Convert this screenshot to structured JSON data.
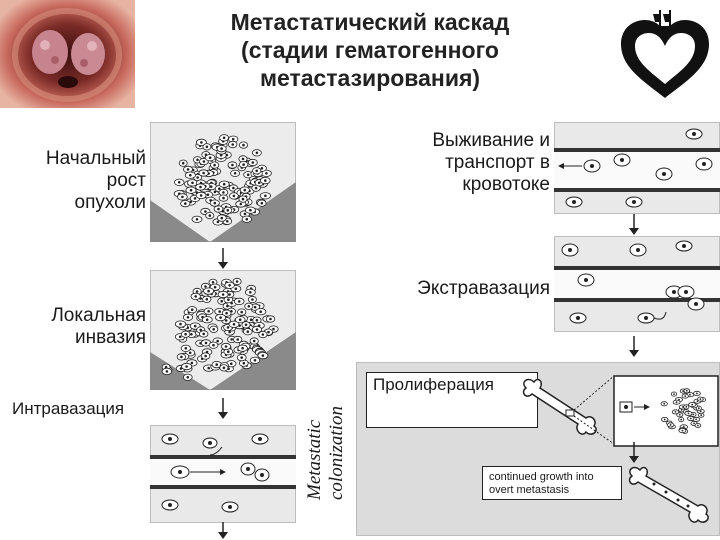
{
  "title": {
    "line1": "Метастатический каскад",
    "line2": "(стадии гематогенного",
    "line3": "метастазирования)"
  },
  "left_stages": {
    "initial_growth": [
      "Начальный",
      "рост",
      "опухоли"
    ],
    "local_invasion": [
      "Локальная",
      "инвазия"
    ],
    "intravasation": "Интравазация"
  },
  "right_stages": {
    "survival": [
      "Выживание и",
      "транспорт в",
      "кровотоке"
    ],
    "extravasation": "Экстравазация",
    "proliferation": "Пролиферация"
  },
  "vertical_label": {
    "line1": "Metastatic",
    "line2": "colonization"
  },
  "overt_note": [
    "continued growth into",
    "overt metastasis"
  ],
  "icons": [
    "tumor-photo",
    "ship-heart-logo",
    "bone-icon",
    "cell-cluster",
    "blood-vessel"
  ]
}
